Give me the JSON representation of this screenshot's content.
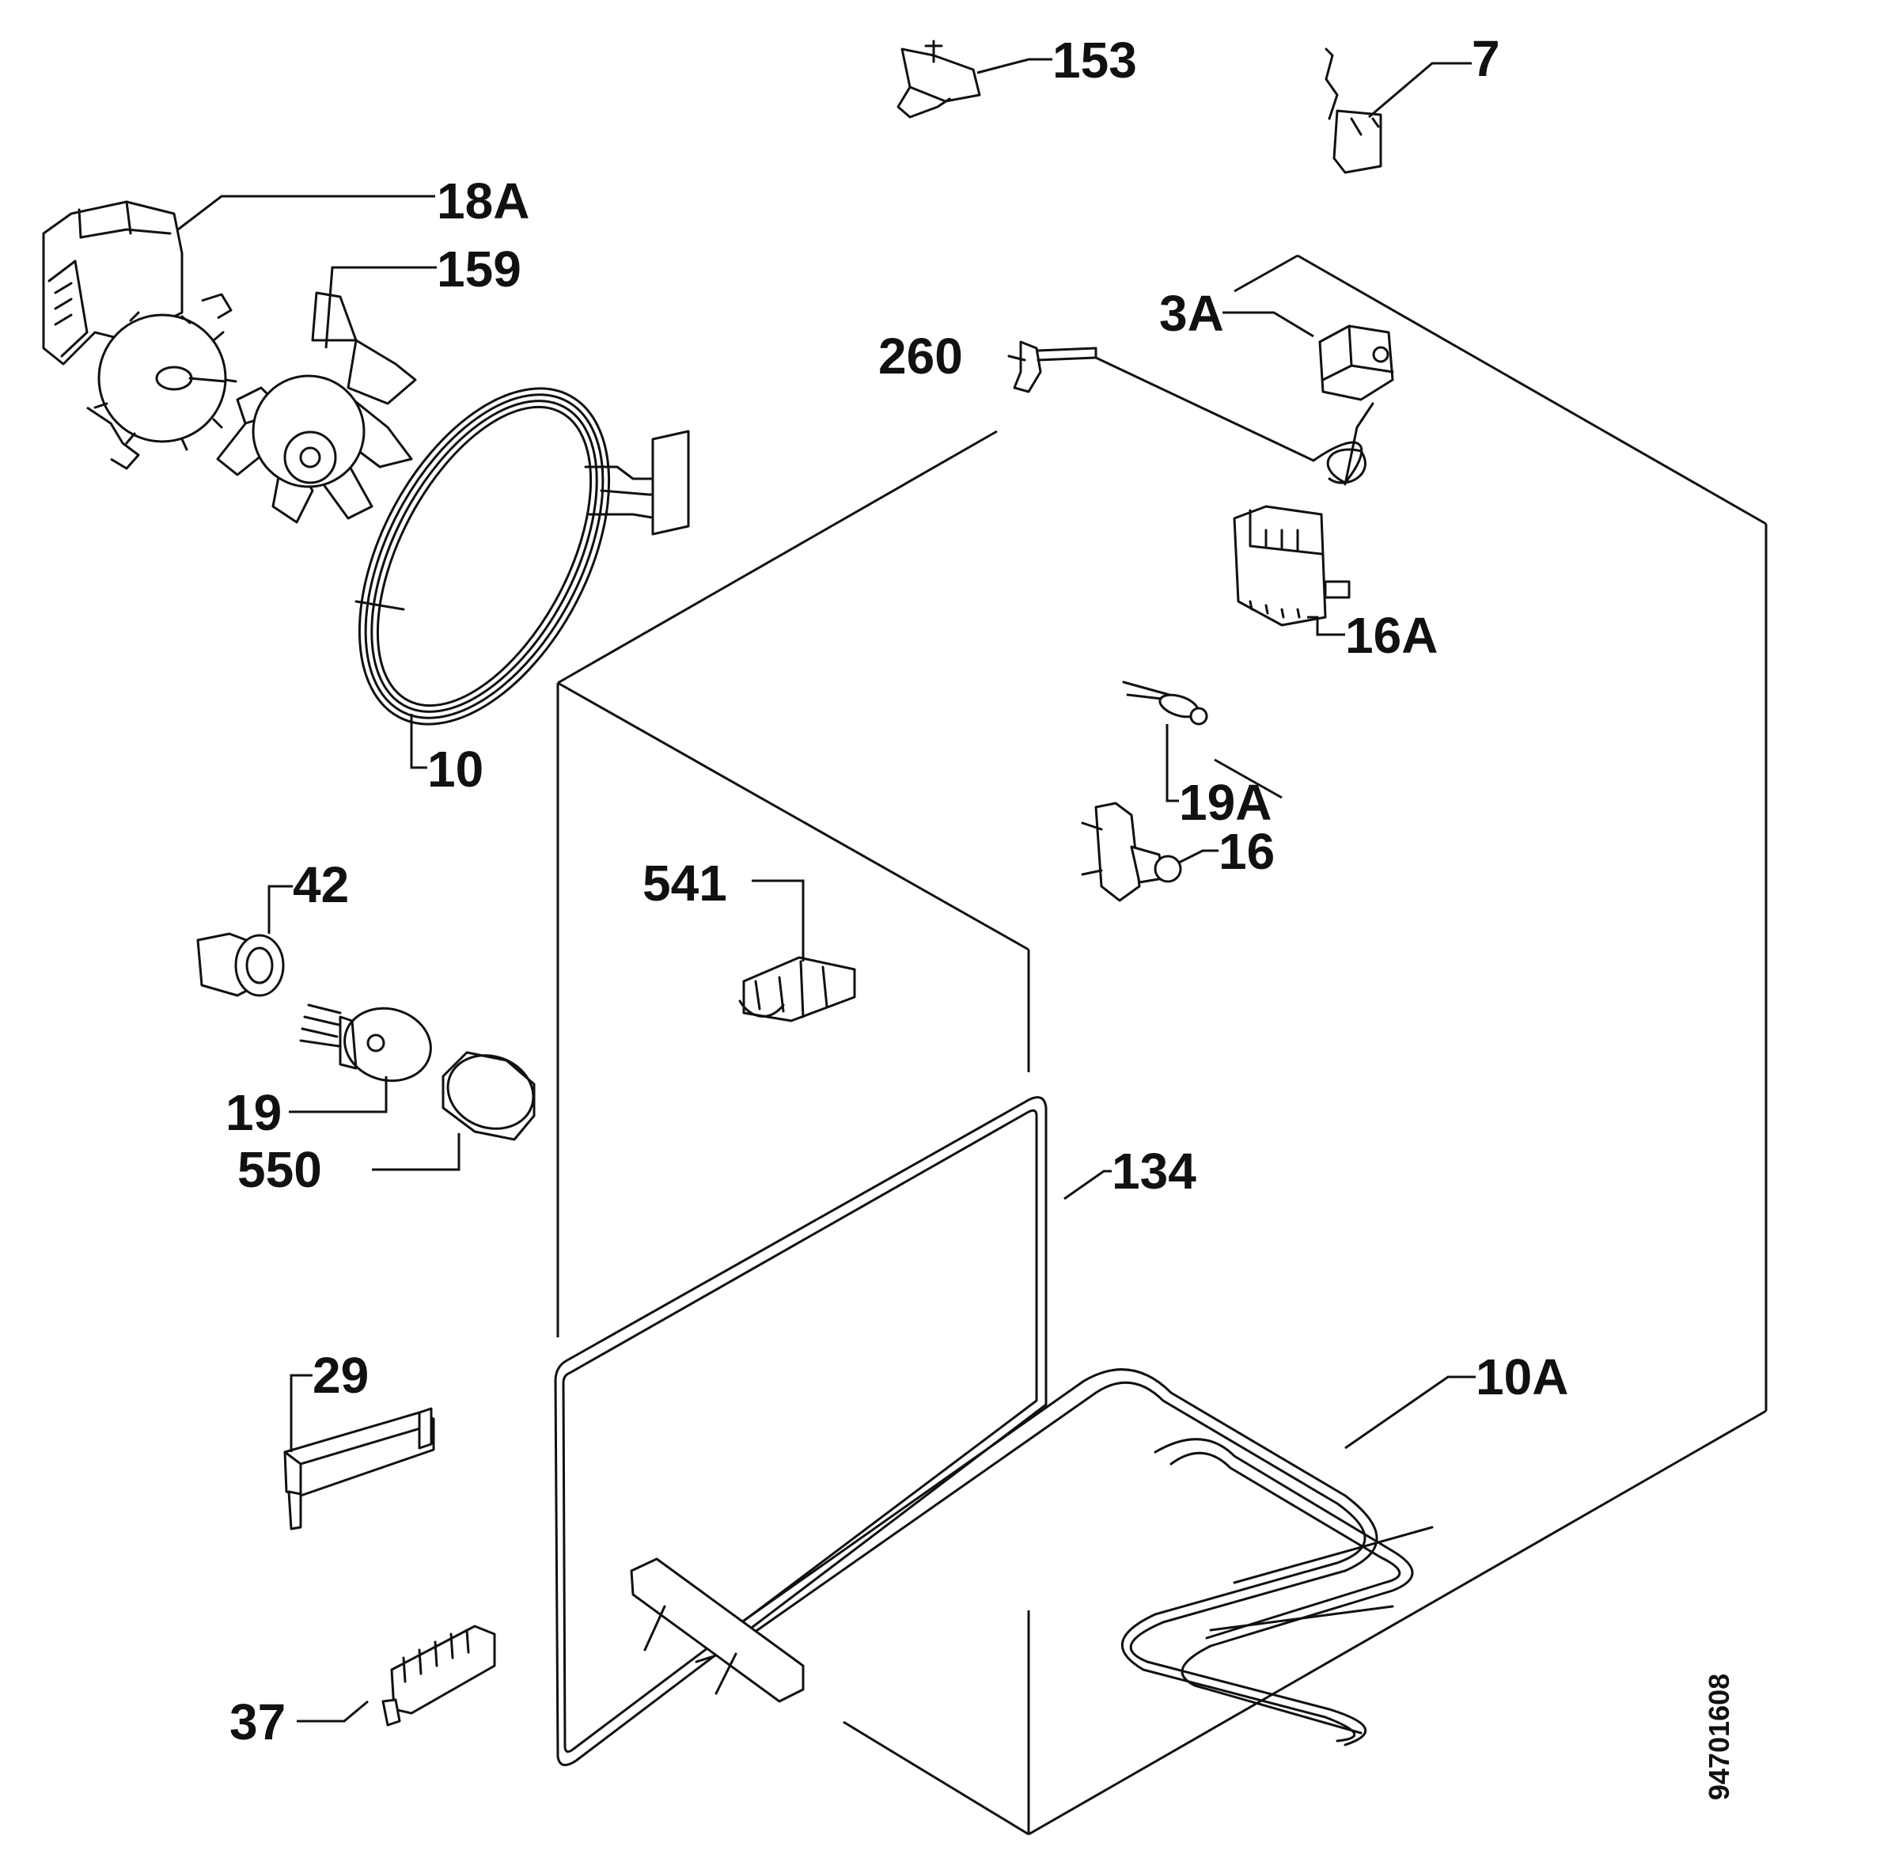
{
  "document_number": "94701608",
  "parts": {
    "p153": "153",
    "p7": "7",
    "p18A": "18A",
    "p159": "159",
    "p3A": "3A",
    "p260": "260",
    "p16A": "16A",
    "p10": "10",
    "p19A": "19A",
    "p16": "16",
    "p42": "42",
    "p541": "541",
    "p19": "19",
    "p550": "550",
    "p134": "134",
    "p29": "29",
    "p10A": "10A",
    "p37": "37"
  }
}
